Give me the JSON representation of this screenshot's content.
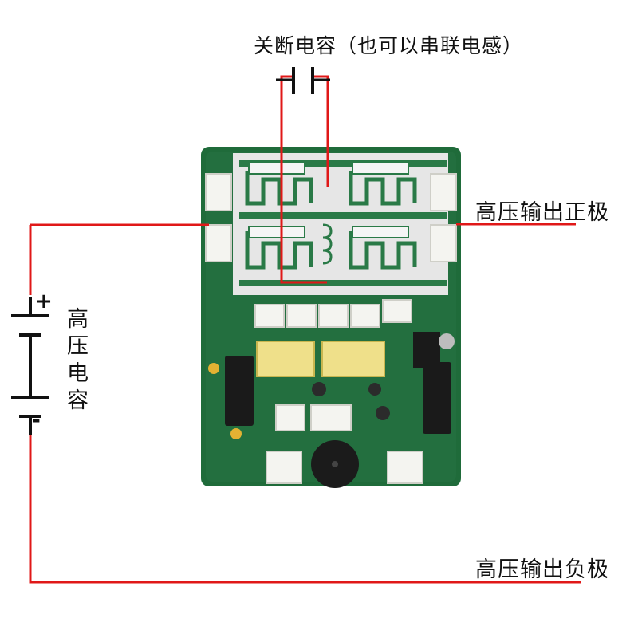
{
  "labels": {
    "top_capacitor": "关断电容（也可以串联电感）",
    "output_positive": "高压输出正极",
    "output_negative": "高压输出负极",
    "hv_capacitor": "高压电容",
    "plus_sign": "+",
    "minus_sign": "-"
  },
  "colors": {
    "wire": "#e01818",
    "pcb": "#1f6b3a",
    "silkscreen": "#f2f2f2"
  }
}
